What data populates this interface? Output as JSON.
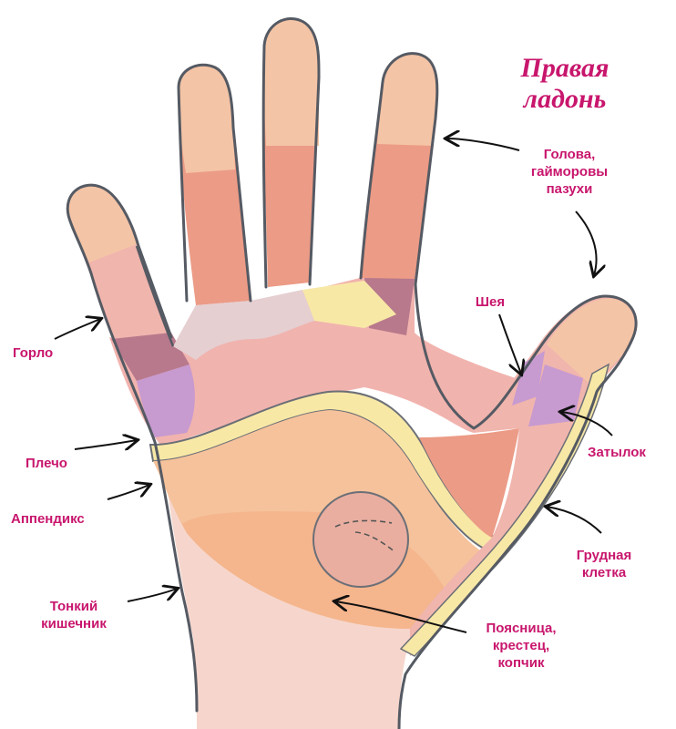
{
  "title_line1": "Правая",
  "title_line2": "ладонь",
  "colors": {
    "label": "#c8166d",
    "outline": "#555a63",
    "skin_light": "#f6d6cc",
    "skin_tip": "#f4c4a6",
    "finger_coral": "#ec9b86",
    "finger_pink": "#f0b5ad",
    "violet": "#c79ad0",
    "mauve": "#b8798c",
    "palm_pink": "#f1b3ae",
    "palm_peach": "#f5c29b",
    "yellow_band": "#f8e8a6",
    "coccyx": "#e9aea0",
    "orange": "#f5b58d"
  },
  "labels": {
    "head_1": "Голова,",
    "head_2": "гайморовы",
    "head_3": "пазухи",
    "neck": "Шея",
    "throat": "Горло",
    "occiput": "Затылок",
    "shoulder": "Плечо",
    "appendix": "Аппендикс",
    "chest_1": "Грудная",
    "chest_2": "клетка",
    "intestine_1": "Тонкий",
    "intestine_2": "кишечник",
    "lumbar_1": "Поясница,",
    "lumbar_2": "крестец,",
    "lumbar_3": "копчик"
  }
}
